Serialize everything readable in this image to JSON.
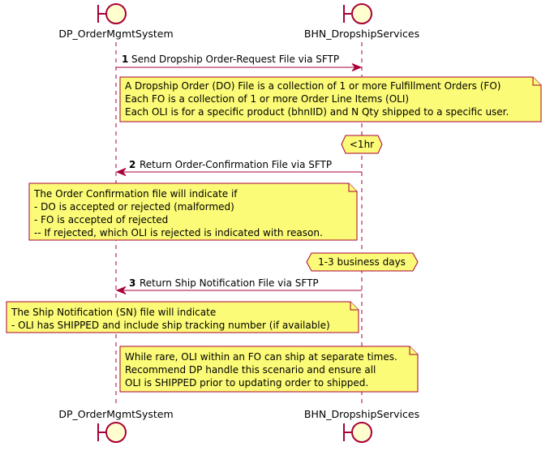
{
  "diagram_type": "sequence",
  "participants": [
    {
      "id": "p1",
      "name": "DP_OrderMgmtSystem",
      "shape": "boundary"
    },
    {
      "id": "p2",
      "name": "BHN_DropshipServices",
      "shape": "boundary"
    }
  ],
  "messages": [
    {
      "num": "1",
      "from": "p1",
      "to": "p2",
      "text": "Send Dropship Order-Request File via SFTP"
    },
    {
      "num": "2",
      "from": "p2",
      "to": "p1",
      "text": "Return Order-Confirmation File via SFTP"
    },
    {
      "num": "3",
      "from": "p2",
      "to": "p1",
      "text": "Return Ship Notification File via SFTP"
    }
  ],
  "notes": [
    {
      "lines": [
        "A Dropship Order (DO) File is a collection of 1 or more Fulfillment Orders (FO)",
        "Each FO is a collection of 1 or more Order Line Items (OLI)",
        "Each OLI is for a specific product (bhnIID) and N Qty shipped to a specific user."
      ]
    },
    {
      "lines": [
        "The Order Confirmation file will indicate if",
        "- DO is accepted or rejected (malformed)",
        "- FO is accepted of rejected",
        "-- If rejected, which OLI is rejected is indicated with reason."
      ]
    },
    {
      "lines": [
        "The Ship Notification (SN) file will indicate",
        "- OLI has SHIPPED and include ship tracking number (if available)"
      ]
    },
    {
      "lines": [
        "While rare, OLI within an FO can ship at separate times.",
        "Recommend DP  handle this scenario and ensure all",
        "OLI is SHIPPED prior to updating order to shipped."
      ]
    }
  ],
  "delays": [
    {
      "text": "<1hr"
    },
    {
      "text": "1-3 business days"
    }
  ],
  "colors": {
    "border": "#A80036",
    "note_fill": "#FBFB77",
    "participant_fill": "#FEFECE"
  }
}
